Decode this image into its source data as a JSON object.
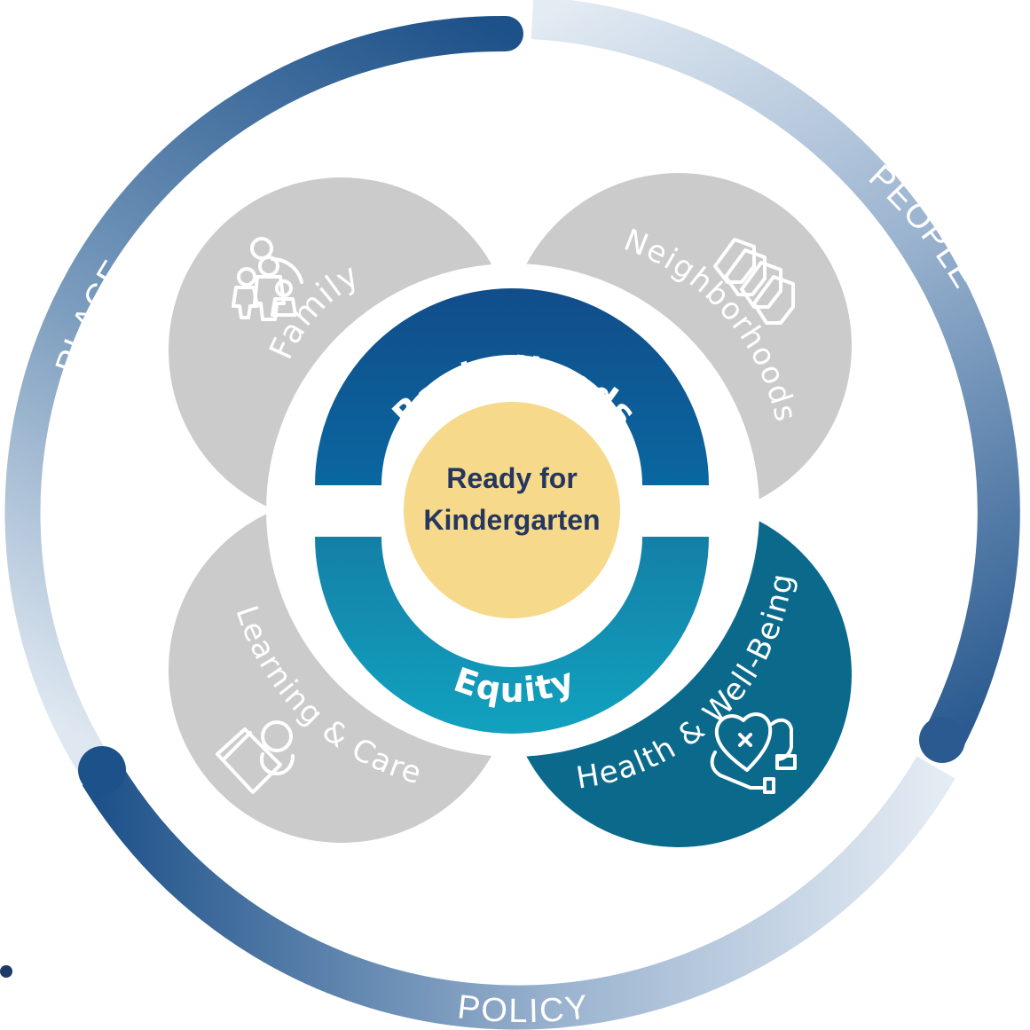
{
  "outer_ring": {
    "place": "PLACE",
    "people": "PEOPLE",
    "policy": "POLICY"
  },
  "petals": {
    "family": "Family",
    "neighborhoods": "Neighborhoods",
    "learning_care": "Learning & Care",
    "health": "Health & Well-Being"
  },
  "inner_ring": {
    "basic_needs": "Basic Needs",
    "equity": "Equity"
  },
  "center": {
    "line1": "Ready for",
    "line2": "Kindergarten"
  },
  "colors": {
    "navy": "#1d5189",
    "dark_blue": "#0b5a91",
    "teal": "#0f99b8",
    "teal_dark": "#0b6a8c",
    "gray_petal": "#cbcbcb",
    "center_yellow": "#f6d98a",
    "center_text": "#25375f"
  },
  "icons": {
    "family": "family-icon",
    "neighborhoods": "houses-icon",
    "learning_care": "child-book-icon",
    "health": "heart-hands-icon"
  }
}
